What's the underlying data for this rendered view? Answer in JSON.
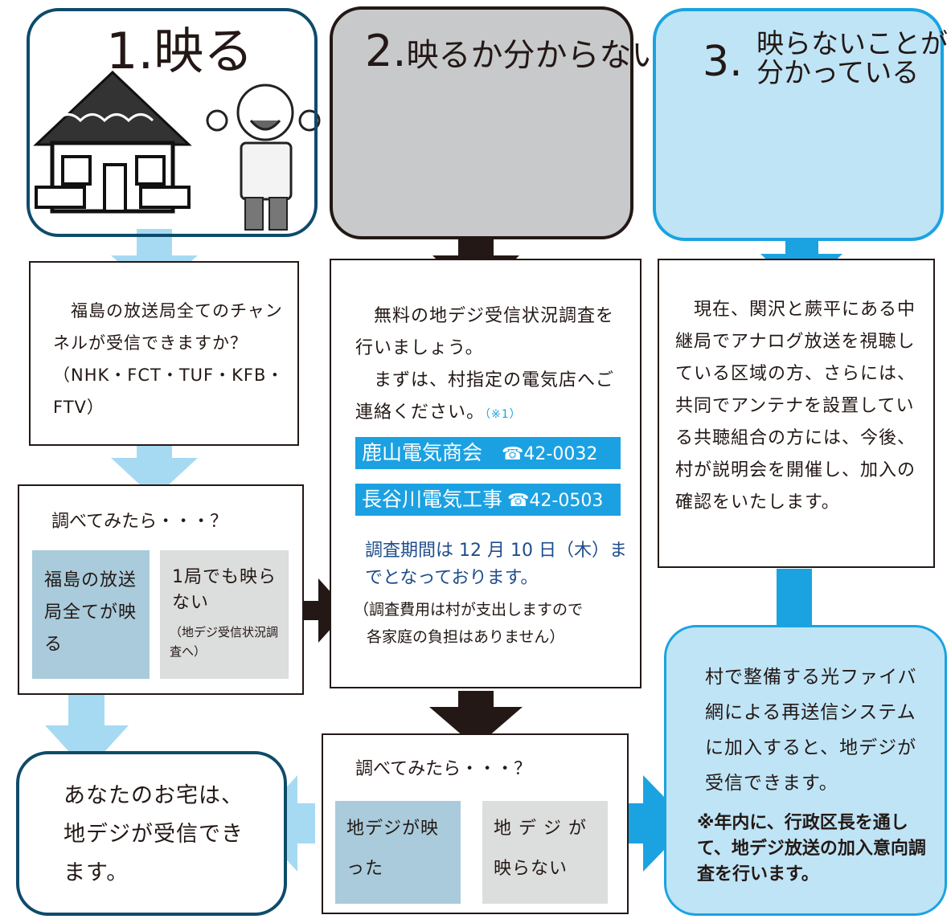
{
  "colors": {
    "dark_navy": "#0e4b6b",
    "light_blue_arrow": "#a6daf3",
    "cyan_arrow": "#1aa3e0",
    "dark_arrow": "#231815",
    "gray_fill": "#c8c9ca",
    "light_blue_fill": "#bfe4f6",
    "result_blue": "#a9cbdb",
    "result_gray": "#dcdddd",
    "phone_bg": "#1ba1e2",
    "blue_text": "#1e4d8c"
  },
  "headers": {
    "h1": {
      "number": "1.",
      "text": "映る"
    },
    "h2": {
      "number": "2.",
      "text": "映るか分からない"
    },
    "h3": {
      "number": "3.",
      "line1": "映らないことが",
      "line2": "分かっている"
    }
  },
  "col1": {
    "question": "　福島の放送局全てのチャンネルが受信できますか？（NHK・FCT・TUF・KFB・FTV）",
    "check_title": "調べてみたら・・・？",
    "result_yes": "福島の放送局全てが映る",
    "result_no_main": "1局でも映らない",
    "result_no_sub": "（地デジ受信状況調査へ）"
  },
  "col2": {
    "para1": "　無料の地デジ受信状況調査を行いましょう。",
    "para2": "　まずは、村指定の電気店へご連絡ください。",
    "note_mark": "（※1）",
    "shop1_name": "鹿山電気商会",
    "shop1_tel": "☎42-0032",
    "shop2_name": "長谷川電気工事",
    "shop2_tel": "☎42-0503",
    "period": "調査期間は 12 月 10 日（木）までとなっております。",
    "cost_line1": "（調査費用は村が支出しますので",
    "cost_line2": "各家庭の負担はありません）",
    "check_title": "調べてみたら・・・？",
    "result_yes": "地デジが映った",
    "result_no": "地 デ ジ が映らない"
  },
  "col3": {
    "body": "　現在、関沢と蕨平にある中継局でアナログ放送を視聴している区域の方、さらには、共同でアンテナを設置している共聴組合の方には、今後、村が説明会を開催し、加入の確認をいたします。",
    "fiber": "村で整備する光ファイバ網による再送信システムに加入すると、地デジが受信できます。",
    "notice": "※年内に、行政区長を通して、地デジ放送の加入意向調査を行います。"
  },
  "result_final": "あなたのお宅は、地デジが受信できます。"
}
